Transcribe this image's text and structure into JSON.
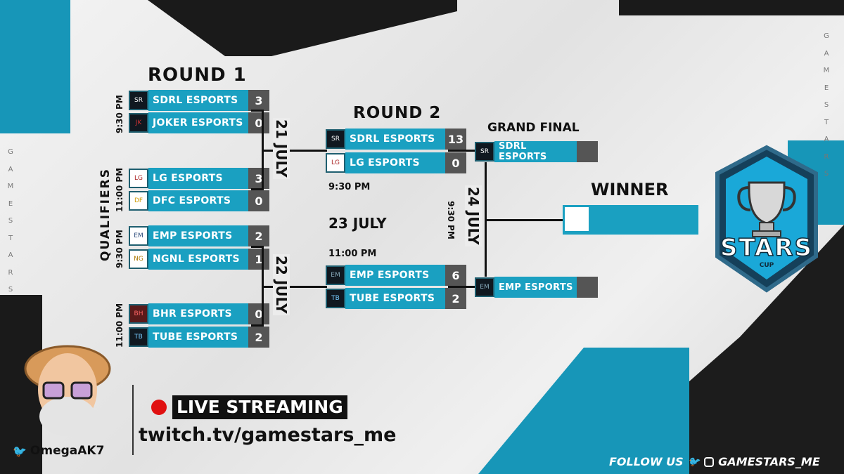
{
  "headings": {
    "round1": "ROUND 1",
    "round2": "ROUND 2",
    "grand_final": "GRAND FINAL",
    "winner": "WINNER",
    "qualifiers": "QUALIFIERS"
  },
  "dates": {
    "d21": "21 JULY",
    "d22": "22 JULY",
    "d23": "23 JULY",
    "d24": "24 JULY"
  },
  "times": {
    "r1_m1": "9:30 PM",
    "r1_m2": "11:00 PM",
    "r1_m3": "9:30 PM",
    "r1_m4": "11:00 PM",
    "r2_m1": "9:30 PM",
    "r2_m2": "11:00 PM",
    "final": "9:30 PM"
  },
  "round1": [
    {
      "team": "SDRL ESPORTS",
      "score": "3"
    },
    {
      "team": "JOKER ESPORTS",
      "score": "0"
    },
    {
      "team": "LG ESPORTS",
      "score": "3"
    },
    {
      "team": "DFC ESPORTS",
      "score": "0"
    },
    {
      "team": "EMP ESPORTS",
      "score": "2"
    },
    {
      "team": "NGNL ESPORTS",
      "score": "1"
    },
    {
      "team": "BHR ESPORTS",
      "score": "0"
    },
    {
      "team": "TUBE ESPORTS",
      "score": "2"
    }
  ],
  "round2": [
    {
      "team": "SDRL ESPORTS",
      "score": "13"
    },
    {
      "team": "LG ESPORTS",
      "score": "0"
    },
    {
      "team": "EMP ESPORTS",
      "score": "6"
    },
    {
      "team": "TUBE ESPORTS",
      "score": "2"
    }
  ],
  "final": [
    {
      "team": "SDRL ESPORTS"
    },
    {
      "team": "EMP ESPORTS"
    }
  ],
  "side_text": "GAMESTARS",
  "stream": {
    "live": "LIVE STREAMING",
    "url": "twitch.tv/gamestars_me",
    "caster": "OmegaAK7"
  },
  "footer": {
    "follow": "FOLLOW US",
    "handle": "GAMESTARS_ME"
  },
  "brand": {
    "logo_text": "STARS",
    "logo_sub": "CUP"
  },
  "colors": {
    "teal": "#1aa0c1",
    "dark": "#111111",
    "score_bg": "#555555",
    "live_red": "#e01010"
  },
  "icons": [
    "twitter-icon",
    "instagram-icon",
    "trophy-icon",
    "live-dot-icon"
  ]
}
